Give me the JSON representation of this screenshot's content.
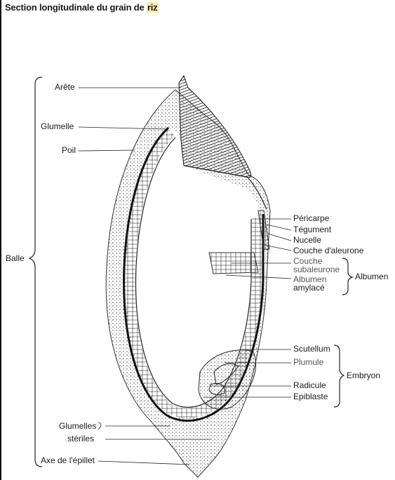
{
  "title": {
    "prefix": "Section longitudinale du grain de ",
    "highlight": "riz"
  },
  "labels": {
    "arete": "Arête",
    "glumelle": "Glumelle",
    "poil": "Poil",
    "balle": "Balle",
    "glumelles_steriles_1": "Glumelles",
    "glumelles_steriles_2": "stériles",
    "axe": "Axe de l'épillet",
    "pericarpe": "Péricarpe",
    "tegument": "Tégument",
    "nucelle": "Nucelle",
    "aleurone": "Couche d'aleurone",
    "subaleurone_1": "Couche",
    "subaleurone_2": "subaleurone",
    "albumen_amylace_1": "Albumen",
    "albumen_amylace_2": "amylacé",
    "albumen": "Albumen",
    "scutellum": "Scutellum",
    "plumule": "Plumule",
    "radicule": "Radicule",
    "epiblaste": "Epiblaste",
    "embryon": "Embryon"
  },
  "colors": {
    "highlight": "#f4f0a0",
    "ink": "#1a1a1a",
    "shade": "#555555"
  }
}
